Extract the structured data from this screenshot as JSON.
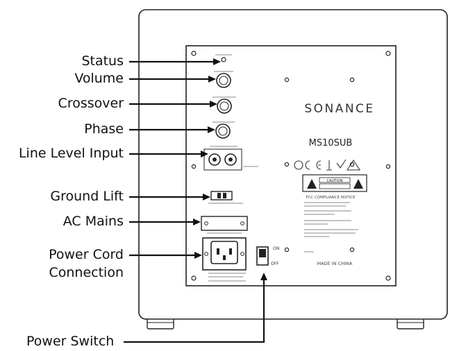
{
  "callouts": {
    "status": "Status",
    "volume": "Volume",
    "crossover": "Crossover",
    "phase": "Phase",
    "line_level_input": "Line Level Input",
    "ground_lift": "Ground Lift",
    "ac_mains": "AC Mains",
    "power_cord_line1": "Power Cord",
    "power_cord_line2": "Connection",
    "power_switch": "Power Switch"
  },
  "panel": {
    "brand": "SONANCE",
    "model": "MS10SUB",
    "made_in": "MADE IN CHINA",
    "fcc": "FCC COMPLIANCE NOTICE",
    "warning": "CAUTION",
    "on_label": "ON",
    "off_label": "OFF"
  },
  "colors": {
    "line": "#111111",
    "cabinet": "#ffffff",
    "panel_stroke": "#222222"
  }
}
